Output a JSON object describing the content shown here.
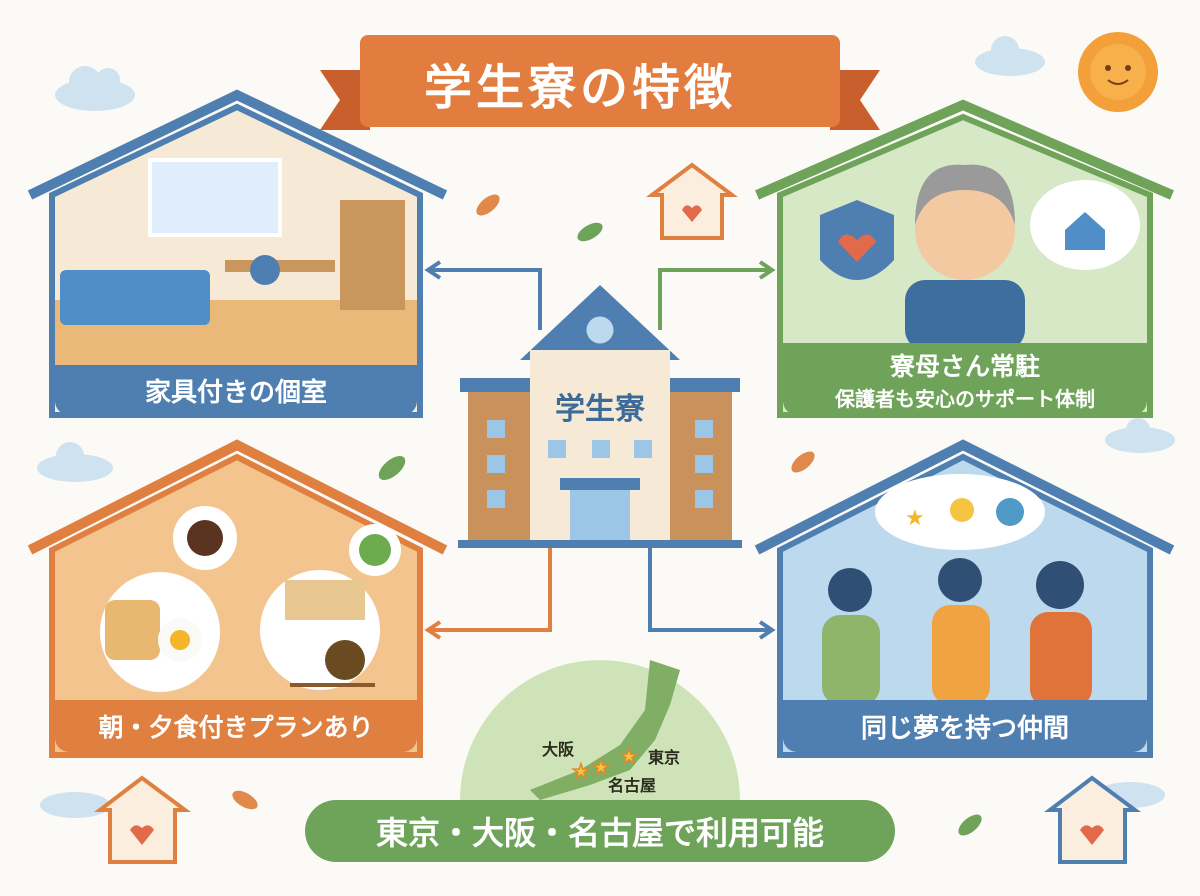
{
  "title": "学生寮の特徴",
  "center": {
    "label": "学生寮"
  },
  "features": [
    {
      "label": "家具付きの個室",
      "color": "#4f7fb0"
    },
    {
      "label": "寮母さん常駐",
      "sublabel": "保護者も安心のサポート体制",
      "color": "#6fa35a"
    },
    {
      "label": "朝・夕食付きプランあり",
      "color": "#e08040"
    },
    {
      "label": "同じ夢を持つ仲間",
      "color": "#4f7fb0"
    }
  ],
  "map": {
    "cities": [
      "大阪",
      "東京",
      "名古屋"
    ]
  },
  "footer": {
    "label": "東京・大阪・名古屋で利用可能"
  },
  "icons": [
    "sun-icon",
    "cloud-icon",
    "leaf-icon",
    "heart-house-icon",
    "star-icon",
    "shield-heart-icon",
    "lightbulb-icon",
    "globe-icon"
  ]
}
